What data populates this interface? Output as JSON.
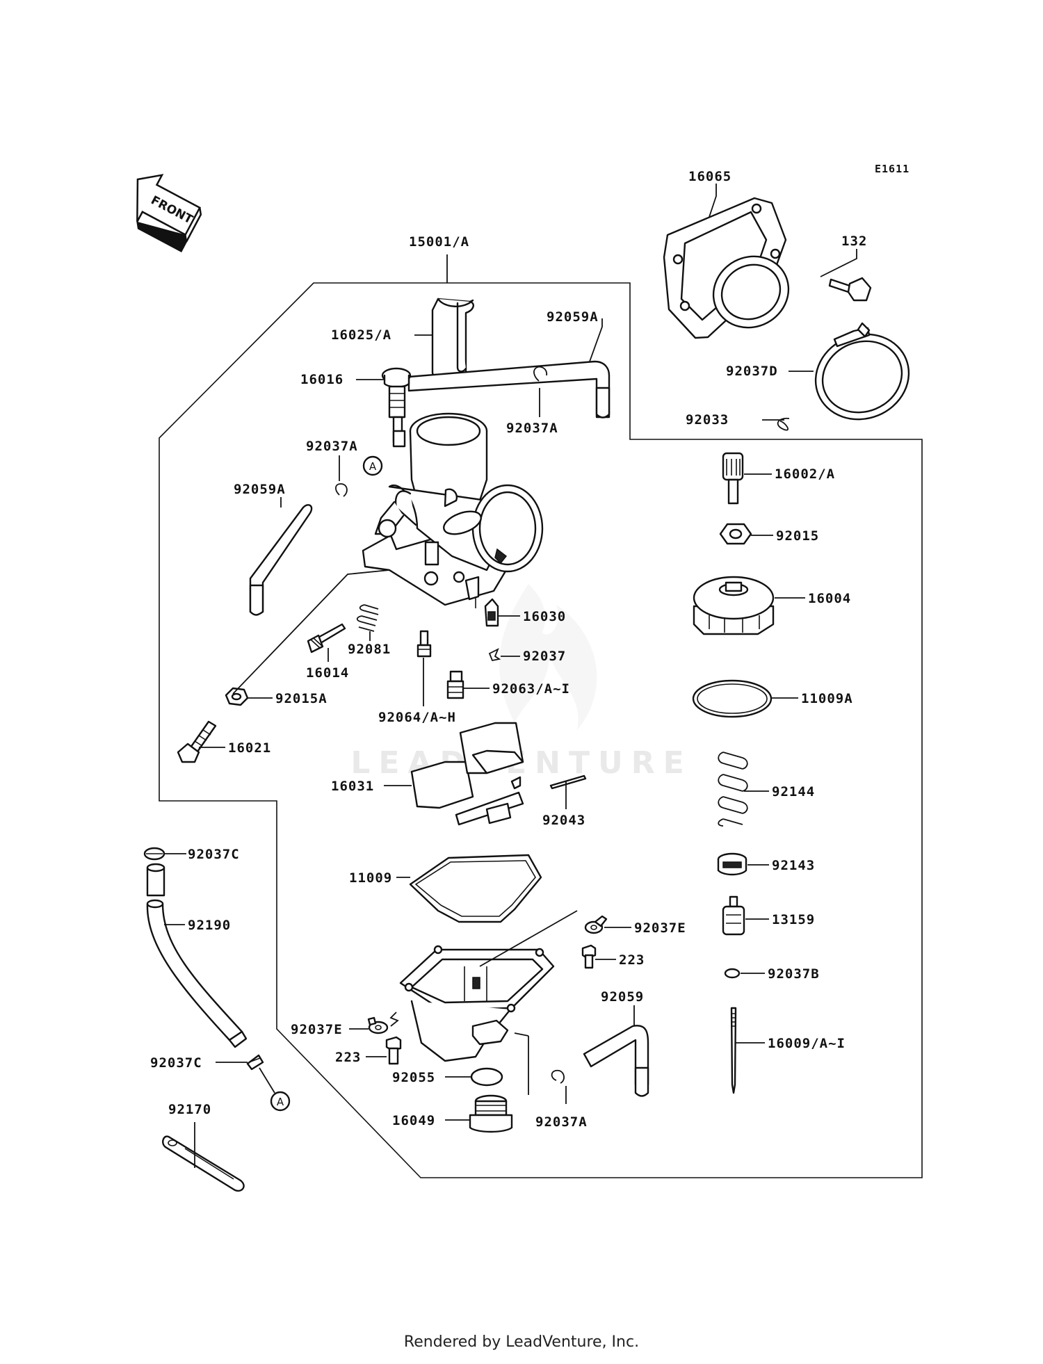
{
  "diagram_code": "E1611",
  "front_label": "FRONT",
  "watermark_text": "LEADVENTURE",
  "credit": "Rendered by LeadVenture, Inc.",
  "ref_marker": "A",
  "labels": {
    "p16065": "16065",
    "p132": "132",
    "p15001A": "15001/A",
    "p16025A": "16025/A",
    "p92059A_top": "92059A",
    "p16016": "16016",
    "p92037A_top": "92037A",
    "p92037D": "92037D",
    "p92033": "92033",
    "p92037A_left": "92037A",
    "p16002A": "16002/A",
    "p92059A_left": "92059A",
    "p92015": "92015",
    "p16004": "16004",
    "p16030": "16030",
    "p92081": "92081",
    "p16014": "16014",
    "p92037": "92037",
    "p92063": "92063/A~I",
    "p92015A": "92015A",
    "p92064": "92064/A~H",
    "p11009A": "11009A",
    "p16021": "16021",
    "p16031": "16031",
    "p92144": "92144",
    "p92043": "92043",
    "p92037C_top": "92037C",
    "p92143": "92143",
    "p11009": "11009",
    "p13159": "13159",
    "p92037E_right": "92037E",
    "p92190": "92190",
    "p223_top": "223",
    "p92037B": "92037B",
    "p92059": "92059",
    "p92037E_left": "92037E",
    "p16009": "16009/A~I",
    "p223_bottom": "223",
    "p92037C_bottom": "92037C",
    "p92055": "92055",
    "p16049": "16049",
    "p92037A_bottom": "92037A",
    "p92170": "92170"
  }
}
